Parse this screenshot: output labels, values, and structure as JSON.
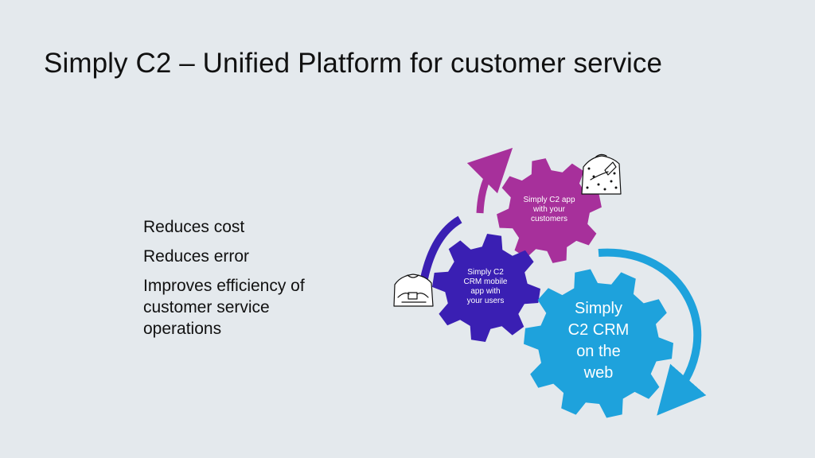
{
  "title": "Simply C2 – Unified Platform for customer service",
  "bullets": [
    "Reduces cost",
    "Reduces error",
    "Improves efficiency of customer service operations"
  ],
  "gears": [
    {
      "lines": [
        "Simply C2 app",
        "with your",
        "customers"
      ],
      "color": "#a7309b"
    },
    {
      "lines": [
        "Simply C2",
        "CRM mobile",
        "app with",
        "your users"
      ],
      "color": "#3a1fb3"
    },
    {
      "lines": [
        "Simply",
        "C2 CRM",
        "on the",
        "web"
      ],
      "color": "#1ea2dc"
    }
  ],
  "arrow_colors": {
    "purple": "#a7309b",
    "indigo": "#3a1fb3",
    "blue": "#1ea2dc"
  },
  "icons": [
    "person-with-phone-icon",
    "person-typing-phone-icon"
  ]
}
